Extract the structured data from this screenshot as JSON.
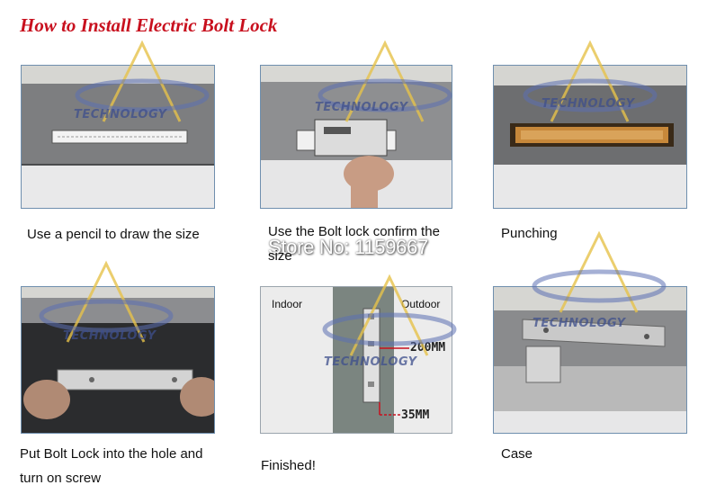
{
  "page": {
    "title": "How to Install Electric Bolt Lock",
    "store_watermark": "Store No: 1159667"
  },
  "watermark": {
    "text": "TECHNOLOGY"
  },
  "steps": [
    {
      "caption": "Use a pencil to draw the size"
    },
    {
      "caption": "Use the Bolt lock confirm the size"
    },
    {
      "caption": "Punching"
    },
    {
      "caption": "Put Bolt Lock into the hole and turn on screw"
    },
    {
      "caption": "Finished!"
    },
    {
      "caption": "Case"
    }
  ],
  "diagram": {
    "indoor_label": "Indoor",
    "outdoor_label": "Outdoor",
    "dimension_1": "200MM",
    "dimension_2": "35MM"
  },
  "colors": {
    "title": "#c8101e",
    "panel_border": "#6f8fae",
    "watermark": "#3e4f8c"
  }
}
